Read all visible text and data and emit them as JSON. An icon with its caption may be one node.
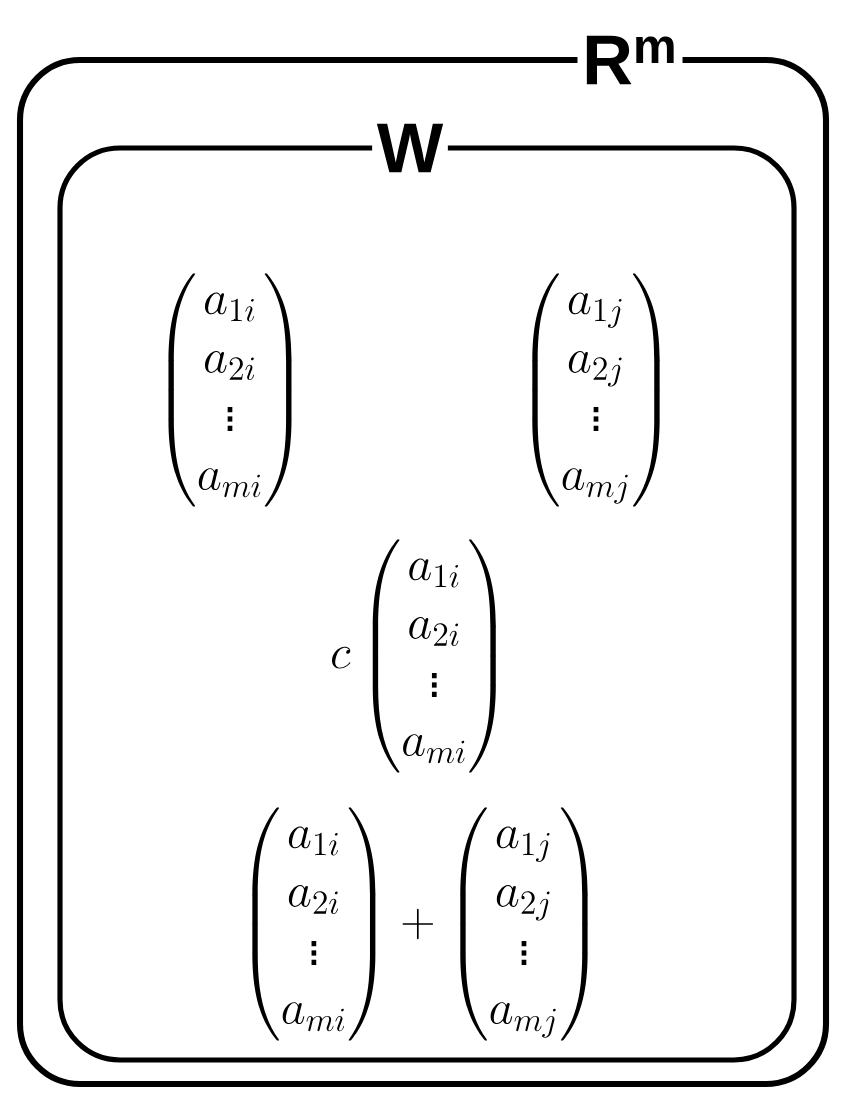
{
  "diagram": {
    "nodes": [
      {
        "text": [
          "R$^{m}$"
        ]
      },
      {
        "text": [
          "W"
        ],
        "in": 0
      }
    ],
    "labels": [
      "\\begin{pmatrix}a_{1i}\\\\ a_{2i}\\\\ \\vdots\\\\ a_{mi}\\end{pmatrix}",
      "\\begin{pmatrix}a_{1j}\\\\ a_{2j}\\\\ \\vdots\\\\ a_{mj}\\end{pmatrix}",
      "c\\begin{pmatrix}a_{1i}\\\\ a_{2i}\\\\ \\vdots\\\\ a_{mi}\\end{pmatrix}",
      "\\begin{pmatrix}a_{1i}\\\\ a_{2i}\\\\ \\vdots\\\\ a_{mi}\\end{pmatrix}+\\begin{pmatrix}a_{1j}\\\\ a_{2j}\\\\ \\vdots\\\\ a_{mj}\\end{pmatrix}"
    ]
  }
}
